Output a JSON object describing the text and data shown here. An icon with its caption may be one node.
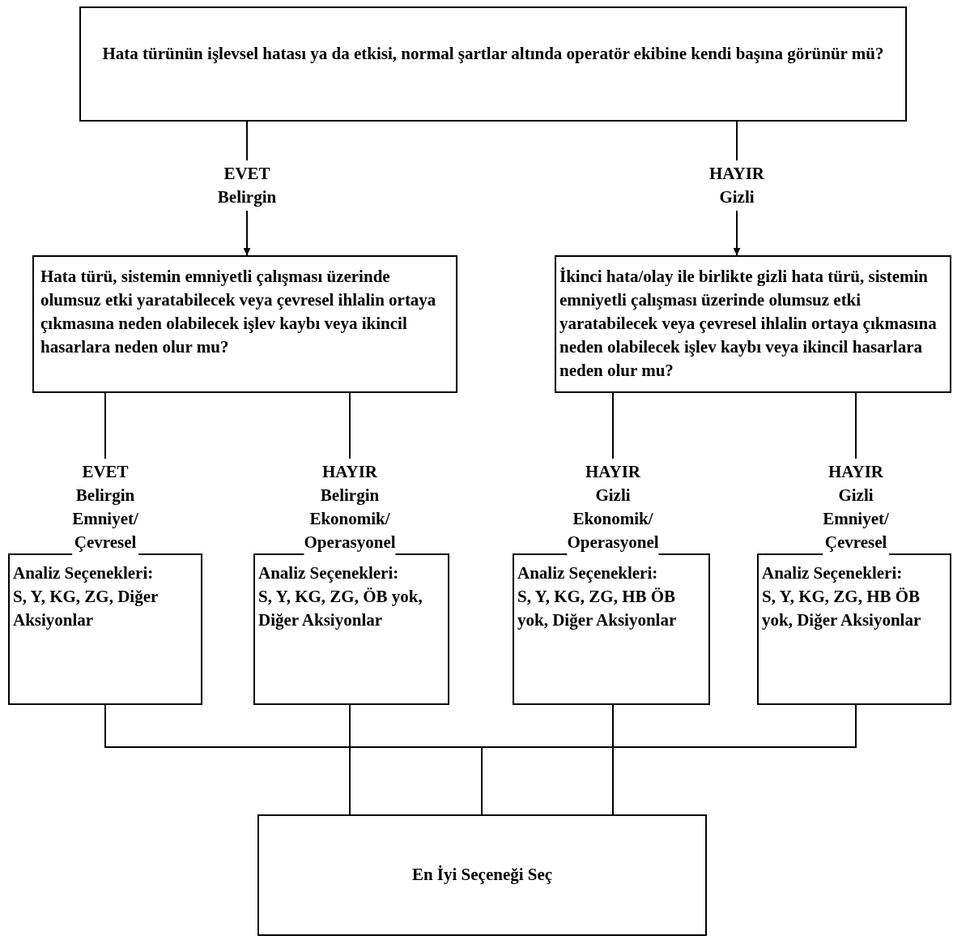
{
  "diagram": {
    "nodes": [
      {
        "text": [
          "Hata türünün işlevsel hatası ya da etkisi, normal şartlar altında operatör ekibine kendi başına görünür mü?"
        ]
      },
      {
        "text": [
          "Hata türü, sistemin emniyetli çalışması üzerinde olumsuz etki yaratabilecek veya çevresel ihlalin ortaya çıkmasına neden olabilecek işlev kaybı veya ikincil hasarlara neden olur mu?"
        ]
      },
      {
        "text": [
          "İkinci hata/olay ile birlikte gizli hata türü, sistemin emniyetli çalışması üzerinde olumsuz etki yaratabilecek veya çevresel ihlalin ortaya çıkmasına neden olabilecek işlev kaybı veya ikincil hasarlara neden olur mu?"
        ]
      },
      {
        "text": [
          "Analiz Seçenekleri:",
          "S, Y, KG, ZG, Diğer Aksiyonlar"
        ]
      },
      {
        "text": [
          "Analiz Seçenekleri:",
          "S, Y, KG, ZG, ÖB yok, Diğer Aksiyonlar"
        ]
      },
      {
        "text": [
          "Analiz Seçenekleri:",
          "S, Y, KG, ZG, HB ÖB yok, Diğer Aksiyonlar"
        ]
      },
      {
        "text": [
          "Analiz Seçenekleri:",
          "S, Y, KG, ZG, HB ÖB yok, Diğer Aksiyonlar"
        ]
      },
      {
        "text": [
          "En İyi Seçeneği Seç"
        ]
      }
    ],
    "edges": [
      {
        "from": 0,
        "to": 1,
        "arrow": "to",
        "label": "EVET Belirgin"
      },
      {
        "from": 0,
        "to": 2,
        "arrow": "to",
        "label": "HAYIR Gizli"
      },
      {
        "from": 1,
        "to": 3,
        "arrow": "to",
        "label": "EVET Belirgin Emniyet/ Çevresel"
      },
      {
        "from": 1,
        "to": 4,
        "arrow": "to",
        "label": "HAYIR Belirgin Ekonomik/ Operasyonel"
      },
      {
        "from": 2,
        "to": 5,
        "arrow": "to",
        "label": "HAYIR Gizli Ekonomik/ Operasyonel"
      },
      {
        "from": 2,
        "to": 6,
        "arrow": "to",
        "label": "HAYIR Gizli Emniyet/ Çevresel"
      },
      {
        "from": 3,
        "to": 7,
        "arrow": "none"
      },
      {
        "from": 4,
        "to": 7,
        "arrow": "none"
      },
      {
        "from": 5,
        "to": 7,
        "arrow": "none"
      },
      {
        "from": 6,
        "to": 7,
        "arrow": "none"
      }
    ]
  }
}
